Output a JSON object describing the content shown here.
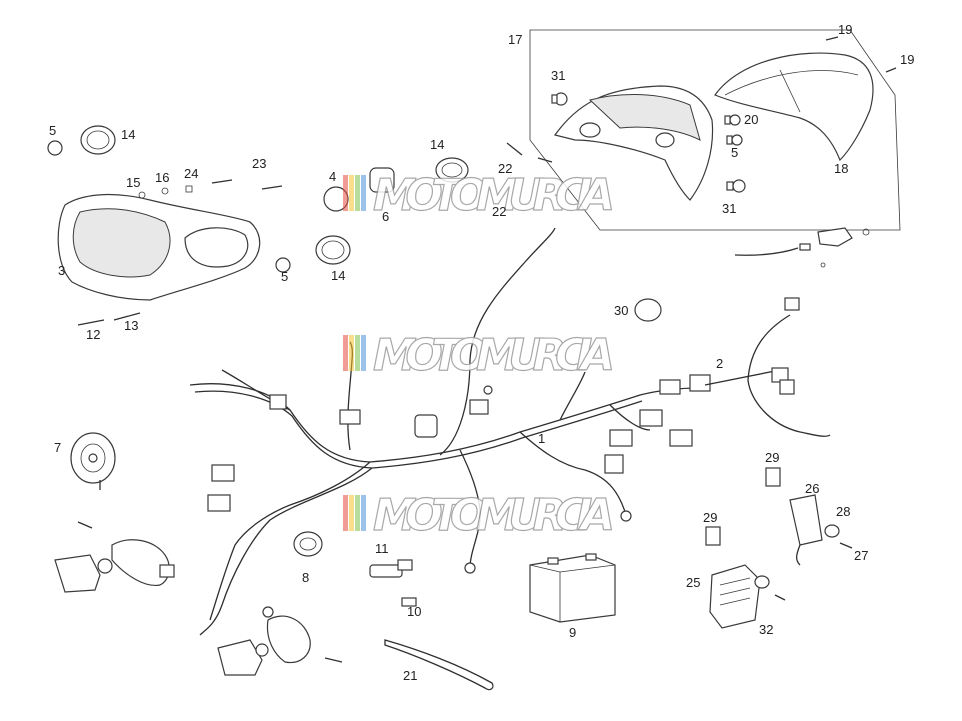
{
  "watermark": {
    "text": "MOTOMURCIA",
    "colors": [
      "#e64a3c",
      "#f2c230",
      "#7bbf4a",
      "#4a8fd8"
    ]
  },
  "callouts": [
    {
      "id": "c1",
      "label": "1"
    },
    {
      "id": "c2",
      "label": "2"
    },
    {
      "id": "c3",
      "label": "3"
    },
    {
      "id": "c4",
      "label": "4"
    },
    {
      "id": "c5a",
      "label": "5"
    },
    {
      "id": "c5b",
      "label": "5"
    },
    {
      "id": "c5c",
      "label": "5"
    },
    {
      "id": "c6",
      "label": "6"
    },
    {
      "id": "c7",
      "label": "7"
    },
    {
      "id": "c8",
      "label": "8"
    },
    {
      "id": "c9",
      "label": "9"
    },
    {
      "id": "c10",
      "label": "10"
    },
    {
      "id": "c11",
      "label": "11"
    },
    {
      "id": "c12",
      "label": "12"
    },
    {
      "id": "c13",
      "label": "13"
    },
    {
      "id": "c14a",
      "label": "14"
    },
    {
      "id": "c14b",
      "label": "14"
    },
    {
      "id": "c14c",
      "label": "14"
    },
    {
      "id": "c15",
      "label": "15"
    },
    {
      "id": "c16",
      "label": "16"
    },
    {
      "id": "c17",
      "label": "17"
    },
    {
      "id": "c18",
      "label": "18"
    },
    {
      "id": "c19a",
      "label": "19"
    },
    {
      "id": "c19b",
      "label": "19"
    },
    {
      "id": "c20",
      "label": "20"
    },
    {
      "id": "c21",
      "label": "21"
    },
    {
      "id": "c22a",
      "label": "22"
    },
    {
      "id": "c22b",
      "label": "22"
    },
    {
      "id": "c23",
      "label": "23"
    },
    {
      "id": "c24",
      "label": "24"
    },
    {
      "id": "c25",
      "label": "25"
    },
    {
      "id": "c26",
      "label": "26"
    },
    {
      "id": "c27",
      "label": "27"
    },
    {
      "id": "c28",
      "label": "28"
    },
    {
      "id": "c29a",
      "label": "29"
    },
    {
      "id": "c29b",
      "label": "29"
    },
    {
      "id": "c30",
      "label": "30"
    },
    {
      "id": "c31a",
      "label": "31"
    },
    {
      "id": "c31b",
      "label": "31"
    },
    {
      "id": "c32",
      "label": "32"
    }
  ]
}
